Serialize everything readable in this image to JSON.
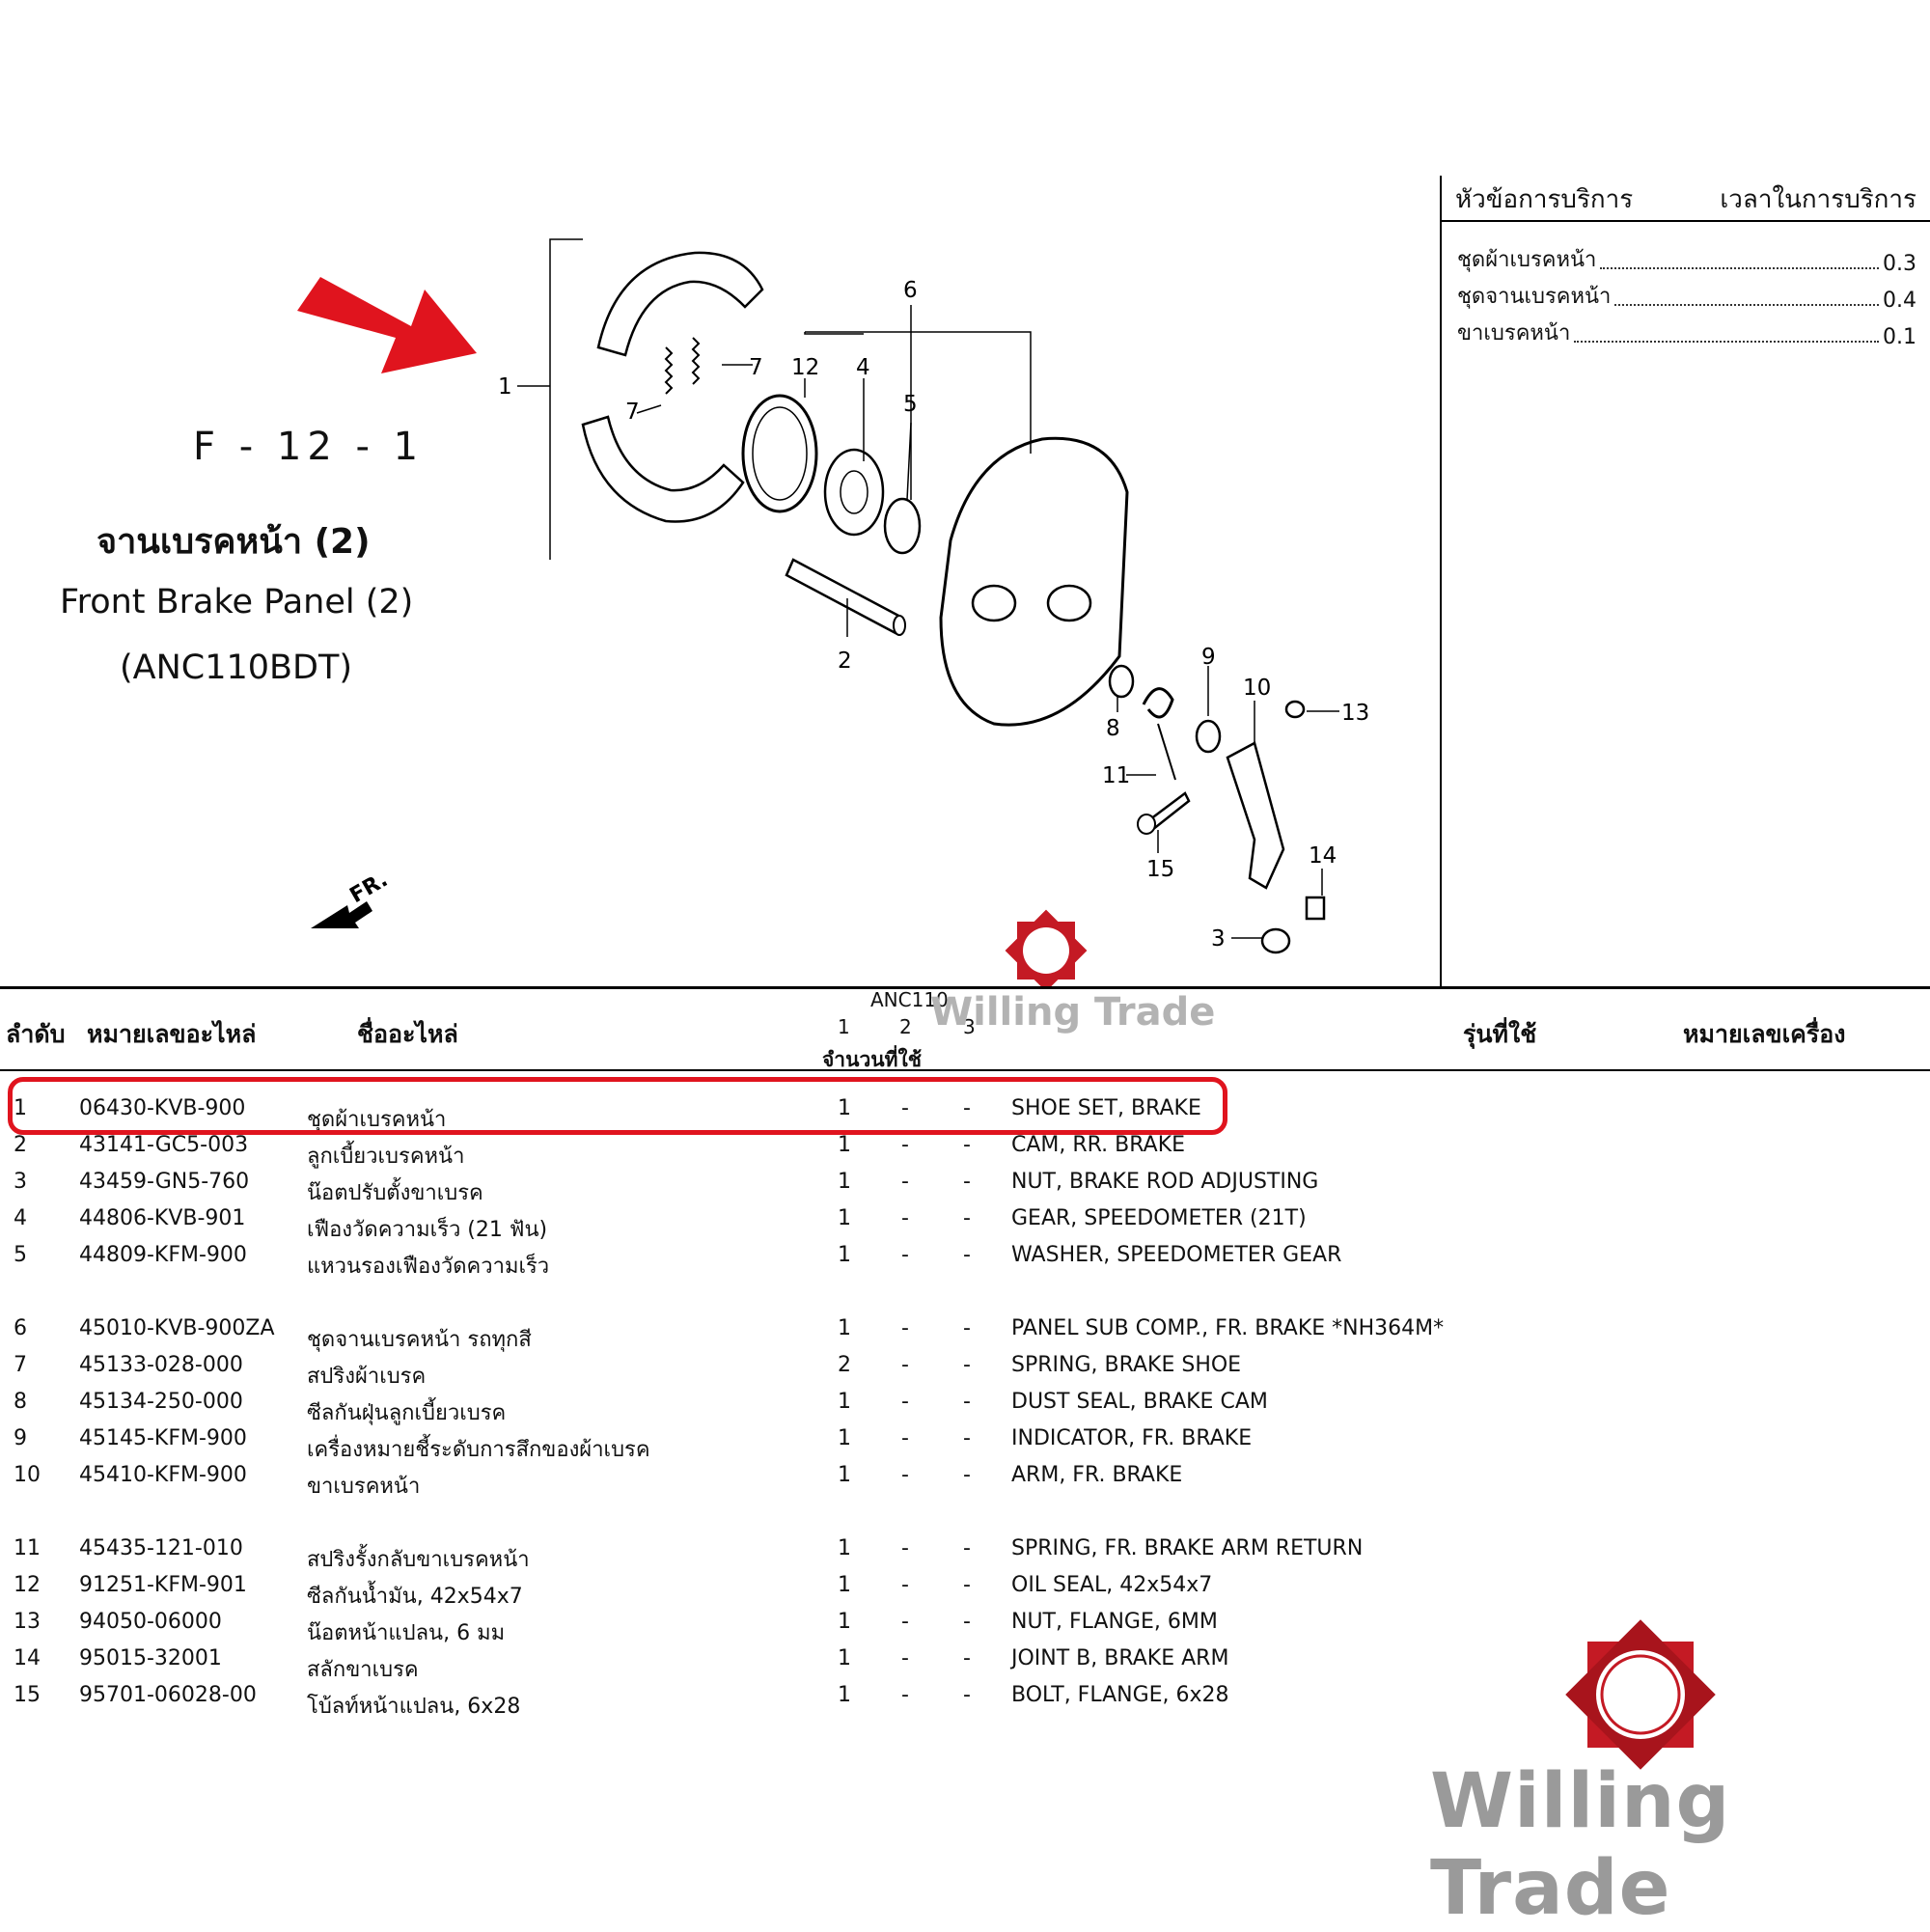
{
  "figure": {
    "code": "F - 12 - 1",
    "title_th": "จานเบรคหน้า (2)",
    "title_en": "Front Brake Panel (2)",
    "model": "(ANC110BDT)"
  },
  "diagram": {
    "callouts": [
      "1",
      "2",
      "3",
      "4",
      "5",
      "6",
      "7",
      "7",
      "8",
      "9",
      "10",
      "11",
      "12",
      "13",
      "14",
      "15"
    ],
    "front_label": "FR.",
    "arrow_color": "#e0141e"
  },
  "service": {
    "header_item": "หัวข้อการบริการ",
    "header_time": "เวลาในการบริการ",
    "rows": [
      {
        "name": "ชุดผ้าเบรคหน้า",
        "time": "0.3"
      },
      {
        "name": "ชุดจานเบรคหน้า",
        "time": "0.4"
      },
      {
        "name": "ขาเบรคหน้า",
        "time": "0.1"
      }
    ]
  },
  "table": {
    "headers": {
      "no": "ลำดับ",
      "part_number": "หมายเลขอะไหล่",
      "part_name": "ชื่ออะไหล่",
      "model": "ANC110",
      "q1": "1",
      "q2": "2",
      "q3": "3",
      "qty": "จำนวนที่ใช้",
      "used_model": "รุ่นที่ใช้",
      "engine_no": "หมายเลขเครื่อง"
    },
    "rows": [
      {
        "no": "1",
        "pn": "06430-KVB-900",
        "th": "ชุดผ้าเบรคหน้า",
        "q1": "1",
        "q2": "-",
        "q3": "-",
        "en": "SHOE SET, BRAKE",
        "highlight": true
      },
      {
        "no": "2",
        "pn": "43141-GC5-003",
        "th": "ลูกเบี้ยวเบรคหน้า",
        "q1": "1",
        "q2": "-",
        "q3": "-",
        "en": "CAM, RR. BRAKE"
      },
      {
        "no": "3",
        "pn": "43459-GN5-760",
        "th": "น๊อตปรับตั้งขาเบรค",
        "q1": "1",
        "q2": "-",
        "q3": "-",
        "en": "NUT, BRAKE ROD ADJUSTING"
      },
      {
        "no": "4",
        "pn": "44806-KVB-901",
        "th": "เฟืองวัดความเร็ว (21 ฟัน)",
        "q1": "1",
        "q2": "-",
        "q3": "-",
        "en": "GEAR, SPEEDOMETER (21T)"
      },
      {
        "no": "5",
        "pn": "44809-KFM-900",
        "th": "แหวนรองเฟืองวัดความเร็ว",
        "q1": "1",
        "q2": "-",
        "q3": "-",
        "en": "WASHER, SPEEDOMETER GEAR"
      },
      {
        "no": "6",
        "pn": "45010-KVB-900ZA",
        "th": "ชุดจานเบรคหน้า รถทุกสี",
        "q1": "1",
        "q2": "-",
        "q3": "-",
        "en": "PANEL SUB COMP., FR. BRAKE *NH364M*"
      },
      {
        "no": "7",
        "pn": "45133-028-000",
        "th": "สปริงผ้าเบรค",
        "q1": "2",
        "q2": "-",
        "q3": "-",
        "en": "SPRING, BRAKE SHOE"
      },
      {
        "no": "8",
        "pn": "45134-250-000",
        "th": "ซีลกันฝุ่นลูกเบี้ยวเบรค",
        "q1": "1",
        "q2": "-",
        "q3": "-",
        "en": "DUST SEAL, BRAKE CAM"
      },
      {
        "no": "9",
        "pn": "45145-KFM-900",
        "th": "เครื่องหมายชี้ระดับการสึกของผ้าเบรค",
        "q1": "1",
        "q2": "-",
        "q3": "-",
        "en": "INDICATOR, FR. BRAKE"
      },
      {
        "no": "10",
        "pn": "45410-KFM-900",
        "th": "ขาเบรคหน้า",
        "q1": "1",
        "q2": "-",
        "q3": "-",
        "en": "ARM, FR. BRAKE"
      },
      {
        "no": "11",
        "pn": "45435-121-010",
        "th": "สปริงรั้งกลับขาเบรคหน้า",
        "q1": "1",
        "q2": "-",
        "q3": "-",
        "en": "SPRING, FR. BRAKE ARM RETURN"
      },
      {
        "no": "12",
        "pn": "91251-KFM-901",
        "th": "ซีลกันน้ำมัน, 42x54x7",
        "q1": "1",
        "q2": "-",
        "q3": "-",
        "en": "OIL SEAL, 42x54x7"
      },
      {
        "no": "13",
        "pn": "94050-06000",
        "th": "น๊อตหน้าแปลน, 6 มม",
        "q1": "1",
        "q2": "-",
        "q3": "-",
        "en": "NUT, FLANGE, 6MM"
      },
      {
        "no": "14",
        "pn": "95015-32001",
        "th": "สลักขาเบรค",
        "q1": "1",
        "q2": "-",
        "q3": "-",
        "en": "JOINT B, BRAKE ARM"
      },
      {
        "no": "15",
        "pn": "95701-06028-00",
        "th": "โบ้ลท์หน้าแปลน, 6x28",
        "q1": "1",
        "q2": "-",
        "q3": "-",
        "en": "BOLT, FLANGE, 6x28"
      }
    ]
  },
  "watermark": {
    "brand": "Willing Trade",
    "logo_color": "#c41a24"
  }
}
